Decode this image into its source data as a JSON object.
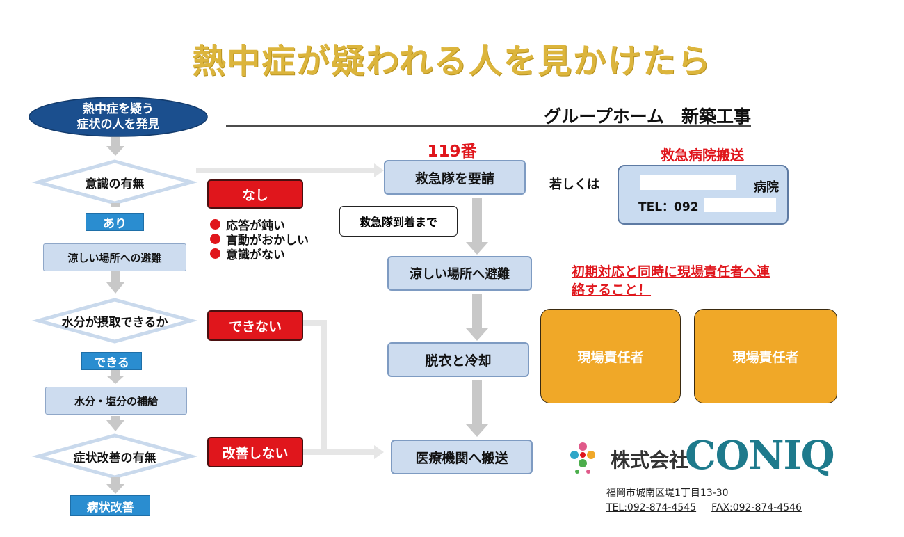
{
  "title": "熱中症が疑われる人を見かけたら",
  "project": "グループホーム　新築工事",
  "start": {
    "line1": "熱中症を疑う",
    "line2": "症状の人を発見"
  },
  "left_flow": {
    "q1": "意識の有無",
    "yes1": "あり",
    "step1": "涼しい場所への避難",
    "q2": "水分が摂取できるか",
    "yes2": "できる",
    "step2": "水分・塩分の補給",
    "q3": "症状改善の有無",
    "end": "病状改善"
  },
  "branches": {
    "none": "なし",
    "symptoms": [
      "応答が鈍い",
      "言動がおかしい",
      "意識がない"
    ],
    "cannot": "できない",
    "no_improve": "改善しない"
  },
  "right_flow": {
    "number": "119番",
    "call": "救急隊を要請",
    "until_arrival": "救急隊到着まで",
    "evacuate": "涼しい場所へ避難",
    "cool": "脱衣と冷却",
    "transport": "医療機関へ搬送"
  },
  "hospital": {
    "label": "救急病院搬送",
    "or": "若しくは",
    "name_suffix": "病院",
    "tel": "TEL：092"
  },
  "warning": {
    "line1": "初期対応と同時に現場責任者へ連",
    "line2": "絡すること！"
  },
  "managers": [
    "現場責任者",
    "現場責任者"
  ],
  "company": {
    "name": "株式会社",
    "brand": "CONIQ",
    "address": "福岡市城南区堤1丁目13-30",
    "tel": "TEL:092-874-4545",
    "fax": "FAX:092-874-4546"
  },
  "colors": {
    "title": "#dcb53c",
    "accent_red": "#e0161c",
    "box_blue": "#cddcef",
    "tag_blue": "#2a8dd0",
    "manager_orange": "#f0a828",
    "start_navy": "#1b4f8e"
  }
}
